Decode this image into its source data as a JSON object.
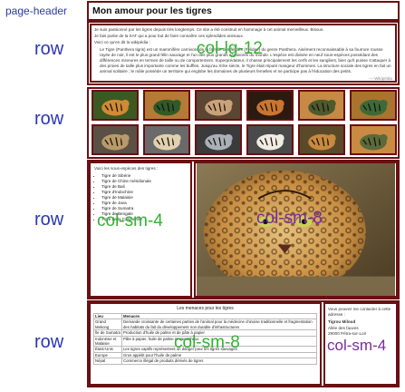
{
  "labels": {
    "page_header": "page-header",
    "row": "row",
    "col_lg_12": "col-lg-12",
    "col_sm_4": "col-sm-4",
    "col_sm_8": "col-sm-8"
  },
  "header": {
    "title": "Mon amour pour les tigres"
  },
  "intro": {
    "p1": "Je suis passionné par les tigres depuis très longtemps. Ce site a été construit en hommage à cet animal merveilleux. Bisous.",
    "p2": "Je fais partie de la SAT qui a pour but de faire connaître ces splendides animaux.",
    "p3": "Voici ce qu'en dit la wikipédia :",
    "quote": "Le Tigre (Panthera tigris) est un mammifère carnivore de la famille des félidés (Felidae) du genre Panthera. Aisément reconnaissable à sa fourrure rousse rayée de noir, il est le plus grand félin sauvage et l'un des plus grands carnivores du monde. L'espèce est divisée en neuf sous-espèces possédant des différences mineures en termes de taille ou de comportement. Superprédateur, il chasse principalement les cerfs et les sangliers, bien qu'il puisse s'attaquer à des proies de taille plus importante comme les buffles. Jusqu'au XIXe siècle, le Tigre était réputé mangeur d'hommes. La structure sociale des tigres en fait un animal solitaire ; le mâle possède un territoire qui englobe les domaines de plusieurs femelles et ne participe pas à l'éducation des petits.",
    "source": "— Wikipédia"
  },
  "sidebar": {
    "heading": "Voici les sous-espèces des tigres :",
    "items": [
      "Tigre de Sibérie",
      "Tigre de Chine méridionale",
      "Tigre de Bali",
      "Tigre d'Indochine",
      "Tigre de Malaisie",
      "Tigre de Java",
      "Tigre de Sumatra",
      "Tigre de Bengale",
      "Tigre de la Caspienne"
    ]
  },
  "menaces": {
    "title": "Les menaces pour les tigres",
    "headers": [
      "Lieu",
      "Menaces"
    ],
    "rows": [
      [
        "Grand Mekong",
        "Demande croissante de certaines parties de l'animal pour la médecine chinoise traditionnelle et fragmentation des habitats du fait du développement non durable d'infrastructures"
      ],
      [
        "Île de Sumatra",
        "Production d'huile de palme et de pâte à papier"
      ],
      [
        "Indonésie et Malaisie",
        "Pâte à papier, huile de palme et caoutchouc"
      ],
      [
        "États-Unis",
        "Les tigres captifs représentent un danger pour les tigres sauvages"
      ],
      [
        "Europe",
        "Gros appétit pour l'huile de palme"
      ],
      [
        "Népal",
        "Commerce illégal de produits dérivés de tigres"
      ]
    ]
  },
  "contact": {
    "intro": "Vous pouvez me contacter à cette adresse :",
    "name": "Tigrou Miloud",
    "street": "Allée des fauves",
    "city": "29000 Pétra-sur-Loir"
  },
  "colors": {
    "border": "#6b0f12",
    "label_blue": "#2a37b8",
    "label_green": "#33b233",
    "label_purple": "#7a2aa0"
  }
}
